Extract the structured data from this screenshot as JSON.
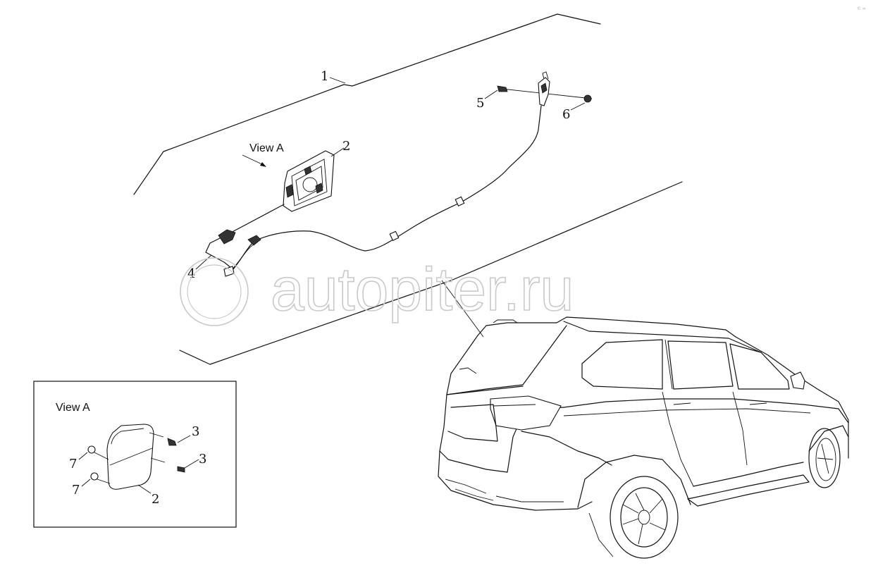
{
  "view_label_main": "View A",
  "view_label_inset": "View A",
  "watermark": "autopiter.ru",
  "corner_mark": "© ∞",
  "callouts": {
    "c1": "1",
    "c2_main": "2",
    "c4": "4",
    "c5": "5",
    "c6": "6",
    "c3_upper": "3",
    "c3_lower": "3",
    "c7_upper": "7",
    "c7_lower": "7",
    "c2_inset": "2"
  }
}
